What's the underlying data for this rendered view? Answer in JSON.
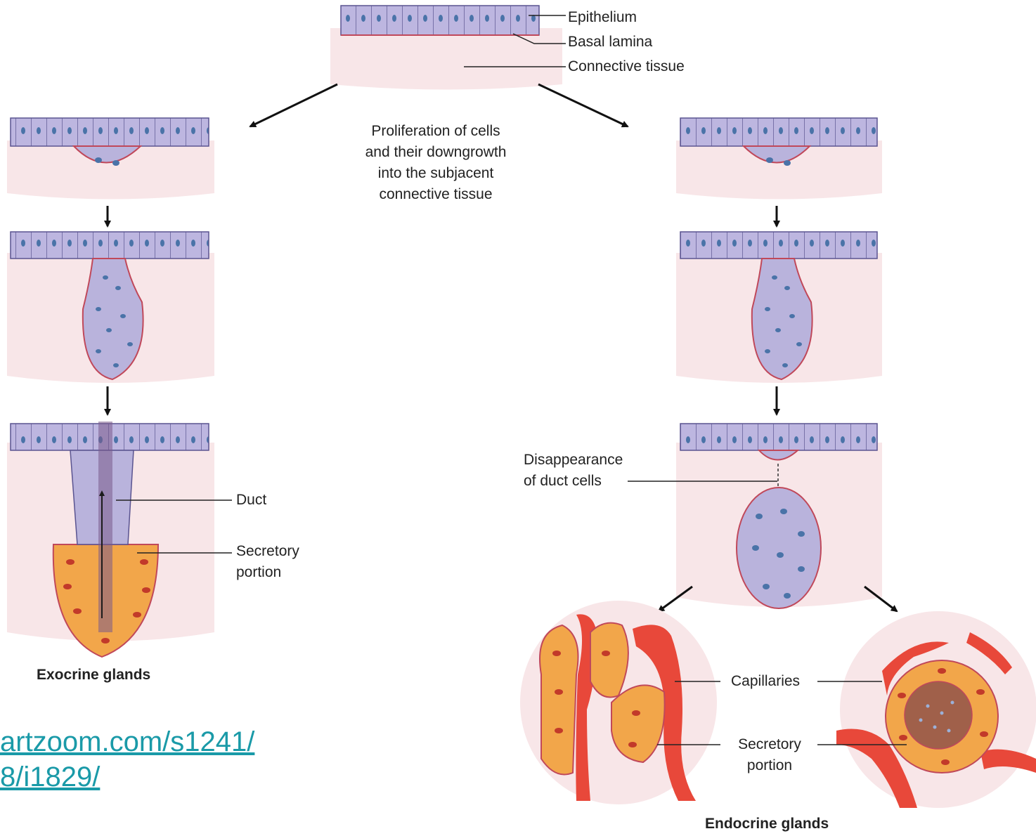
{
  "labels": {
    "epithelium": "Epithelium",
    "basal_lamina": "Basal lamina",
    "connective_tissue": "Connective tissue",
    "proliferation": [
      "Proliferation of cells",
      "and their downgrowth",
      "into the subjacent",
      "connective tissue"
    ],
    "duct": "Duct",
    "secretory_exo": [
      "Secretory",
      "portion"
    ],
    "disappearance": [
      "Disappearance",
      "of duct cells"
    ],
    "capillaries": "Capillaries",
    "secretory_endo": [
      "Secretory",
      "portion"
    ],
    "exocrine_title": "Exocrine glands",
    "endocrine_title": "Endocrine glands"
  },
  "link": {
    "line1": "artzoom.com/s1241/",
    "line2": "8/i1829/"
  },
  "colors": {
    "epithelium": "#b9b3dc",
    "cell_outline": "#4f4a80",
    "nucleus": "#4a73a8",
    "connective_tissue": "#f6e1e4",
    "secretory_cell": "#f2a64a",
    "secretory_nucleus": "#c23a2a",
    "capillary": "#e8483a",
    "link": "#1a9aa8"
  }
}
